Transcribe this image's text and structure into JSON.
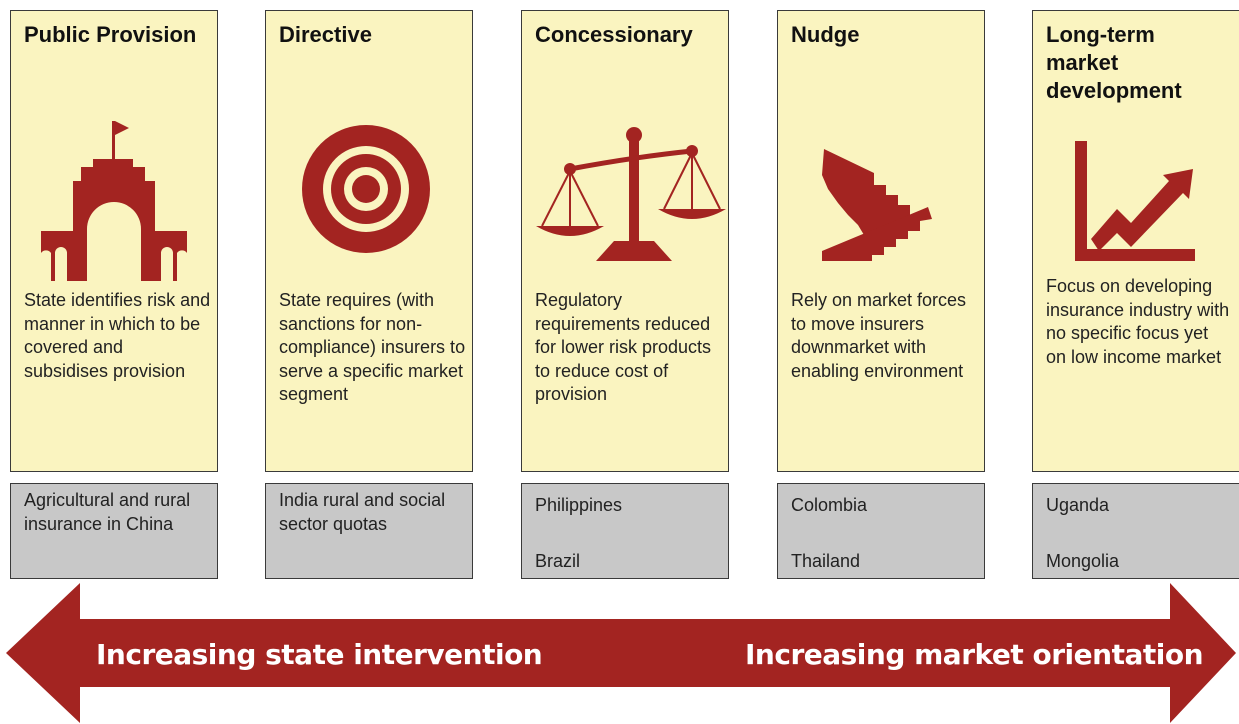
{
  "columns": [
    {
      "title": "Public Provision",
      "icon": "government-building-icon",
      "description": "State identifies risk and manner in which to be covered and subsidises provision"
    },
    {
      "title": "Directive",
      "icon": "target-icon",
      "description": "State requires (with sanctions for non-compliance) insurers to serve a specific market segment"
    },
    {
      "title": "Concessionary",
      "icon": "balance-scale-icon",
      "description": "Regulatory requirements reduced for lower risk products to reduce cost of provision"
    },
    {
      "title": "Nudge",
      "icon": "stairs-icon",
      "description": "Rely on market forces to move insurers downmarket with enabling environment"
    },
    {
      "title": "Long-term market development",
      "icon": "growth-chart-icon",
      "description": "Focus on developing insurance industry with no specific focus yet on low income market"
    }
  ],
  "examples": [
    {
      "lines": [
        "Agricultural and rural insurance in China"
      ]
    },
    {
      "lines": [
        "India rural and social sector quotas"
      ]
    },
    {
      "lines": [
        "Philippines",
        "Brazil"
      ]
    },
    {
      "lines": [
        "Colombia",
        "Thailand"
      ]
    },
    {
      "lines": [
        "Uganda",
        "Mongolia"
      ]
    }
  ],
  "arrow": {
    "left_label": "Increasing state intervention",
    "right_label": "Increasing market orientation",
    "color": "#a32421"
  },
  "colors": {
    "icon": "#a32421",
    "box_fill": "#faf4c0",
    "example_fill": "#c8c8c8"
  }
}
